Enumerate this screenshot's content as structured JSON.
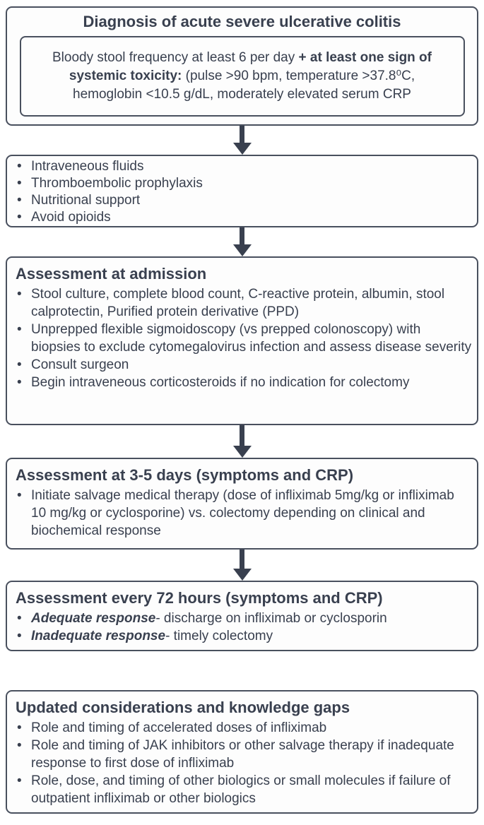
{
  "page": {
    "colors": {
      "ink": "#39404f",
      "border": "#49505e",
      "box_background": "#fdfdfd",
      "page_background": "#ffffff"
    }
  },
  "diagnosis_box": {
    "title": "Diagnosis of acute severe ulcerative colitis",
    "criteria": {
      "part1": "Bloody stool frequency at least 6 per day ",
      "part2_bold": "+ at least one sign of systemic toxicity:",
      "part3": " (pulse >90 bpm, temperature >37.8⁰C, hemoglobin <10.5 g/dL, moderately elevated serum CRP"
    }
  },
  "supportive_care_box": {
    "items": [
      "Intraveneous fluids",
      "Thromboembolic prophylaxis",
      "Nutritional support",
      "Avoid opioids"
    ]
  },
  "admission_box": {
    "heading": "Assessment at admission",
    "items": [
      "Stool culture, complete blood count, C-reactive protein, albumin, stool calprotectin, Purified protein derivative (PPD)",
      "Unprepped flexible sigmoidoscopy (vs prepped colonoscopy) with biopsies to exclude cytomegalovirus infection and assess disease severity",
      "Consult surgeon",
      "Begin intraveneous corticosteroids if no indication for colectomy"
    ]
  },
  "day3_5_box": {
    "heading": "Assessment at 3-5 days (symptoms and CRP)",
    "items": [
      "Initiate salvage medical therapy (dose of infliximab 5mg/kg or infliximab 10 mg/kg or cyclosporine) vs. colectomy depending on clinical and biochemical response"
    ]
  },
  "every72h_box": {
    "heading": "Assessment every 72 hours (symptoms and CRP)",
    "items": [
      {
        "lead": "Adequate response",
        "rest": "- discharge on infliximab or cyclosporin"
      },
      {
        "lead": "Inadequate response",
        "rest": "- timely colectomy"
      }
    ]
  },
  "considerations_box": {
    "heading": "Updated considerations and knowledge gaps",
    "items": [
      "Role and timing of accelerated doses of infliximab",
      "Role and timing of JAK inhibitors or other salvage therapy if inadequate response to first dose of infliximab",
      "Role, dose, and timing of other biologics or small molecules if failure of outpatient infliximab or other biologics"
    ]
  }
}
